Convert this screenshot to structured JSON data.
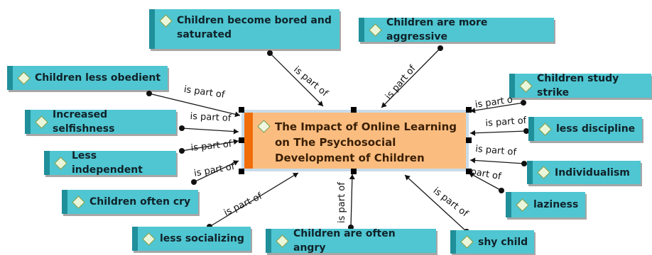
{
  "central": {
    "title": "The Impact of Online Learning on The Psychosocial Development of Children"
  },
  "codes": [
    {
      "key": "bored",
      "label": "Children become bored and saturated"
    },
    {
      "key": "aggressive",
      "label": "Children are more aggressive"
    },
    {
      "key": "obedient",
      "label": "Children less obedient"
    },
    {
      "key": "selfishness",
      "label": "Increased selfishness"
    },
    {
      "key": "independent",
      "label": "Less independent"
    },
    {
      "key": "cry",
      "label": "Children often cry"
    },
    {
      "key": "socializing",
      "label": "less socializing"
    },
    {
      "key": "angry",
      "label": "Children are often angry"
    },
    {
      "key": "shy",
      "label": "shy child"
    },
    {
      "key": "laziness",
      "label": "laziness"
    },
    {
      "key": "individualism",
      "label": "Individualism"
    },
    {
      "key": "discipline",
      "label": "less discipline"
    },
    {
      "key": "strike",
      "label": "Children study strike"
    }
  ],
  "relations": [
    {
      "label": "is part of"
    },
    {
      "label": "is part of"
    },
    {
      "label": "is part of"
    },
    {
      "label": "is part of"
    },
    {
      "label": "is part of"
    },
    {
      "label": "is part of"
    },
    {
      "label": "is part of"
    },
    {
      "label": "is part of"
    },
    {
      "label": "is part of"
    },
    {
      "label": "part of"
    },
    {
      "label": "is part of"
    },
    {
      "label": "is part of"
    },
    {
      "label": "is part o"
    }
  ],
  "colors": {
    "code_fill": "#4fc6d1",
    "code_stripe": "#1f8f9a",
    "central_fill": "#fbbd7f",
    "central_stripe": "#f06d0a"
  },
  "icons": {
    "code": "diamond-icon",
    "central": "diamond-icon"
  }
}
